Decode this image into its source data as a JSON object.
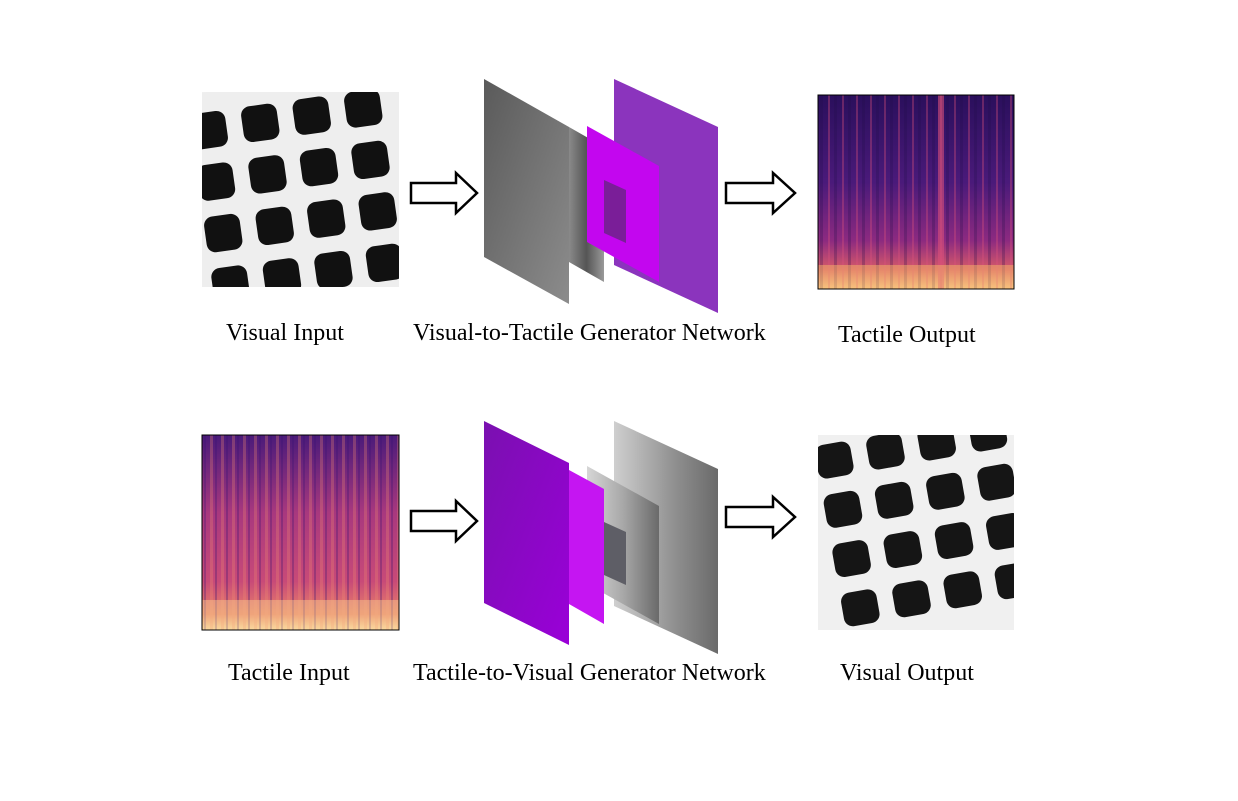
{
  "top_row": {
    "input_label": "Visual Input",
    "network_label": "Visual-to-Tactile Generator Network",
    "output_label": "Tactile Output"
  },
  "bottom_row": {
    "input_label": "Tactile Input",
    "network_label": "Tactile-to-Visual Generator Network",
    "output_label": "Visual Output"
  },
  "colors": {
    "spectrogram_dark": "#2a0f5c",
    "spectrogram_mid": "#b8357a",
    "spectrogram_hot": "#f6b56a",
    "layer_purple": "#8a2fc0",
    "layer_magenta": "#c000f0",
    "layer_gray": "#707070"
  },
  "icons": {
    "arrow": "right-arrow-outline-icon"
  }
}
